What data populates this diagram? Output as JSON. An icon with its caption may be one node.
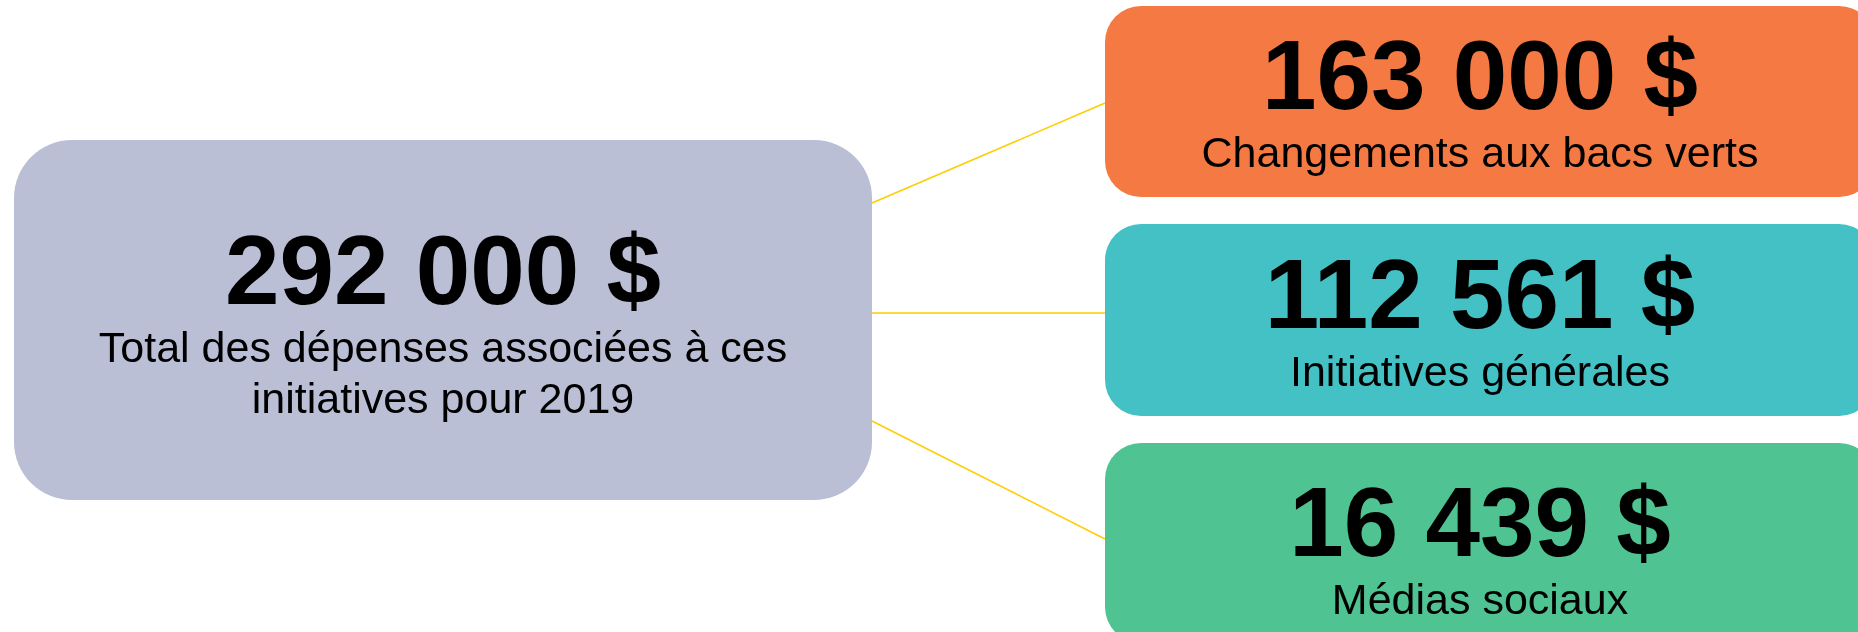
{
  "diagram": {
    "nodes": [
      {
        "text": [
          "292 000 $",
          "Total des dépenses associées à ces initiatives pour 2019"
        ]
      },
      {
        "text": [
          "163 000 $",
          "Changements aux bacs verts"
        ]
      },
      {
        "text": [
          "112 561 $",
          "Initiatives générales"
        ]
      },
      {
        "text": [
          "16 439 $",
          "Médias sociaux"
        ]
      }
    ],
    "edges": [
      {
        "from": 0,
        "to": 1,
        "arrow": "none"
      },
      {
        "from": 0,
        "to": 2,
        "arrow": "none"
      },
      {
        "from": 0,
        "to": 3,
        "arrow": "none"
      }
    ]
  }
}
